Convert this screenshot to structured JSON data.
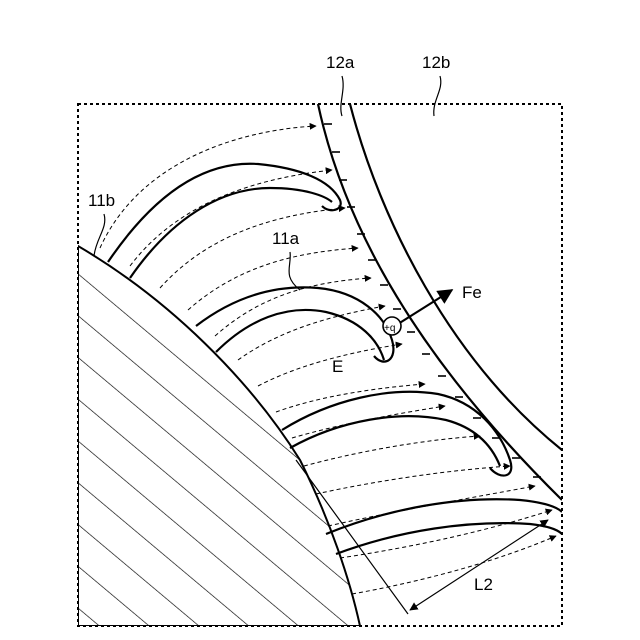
{
  "labels": {
    "l12a": "12a",
    "l12b": "12b",
    "l11b": "11b",
    "l11a": "11a",
    "lFe": "Fe",
    "lE": "E",
    "lq": "+q",
    "lL2": "L2"
  },
  "colors": {
    "ink": "#000000",
    "background": "#ffffff"
  }
}
